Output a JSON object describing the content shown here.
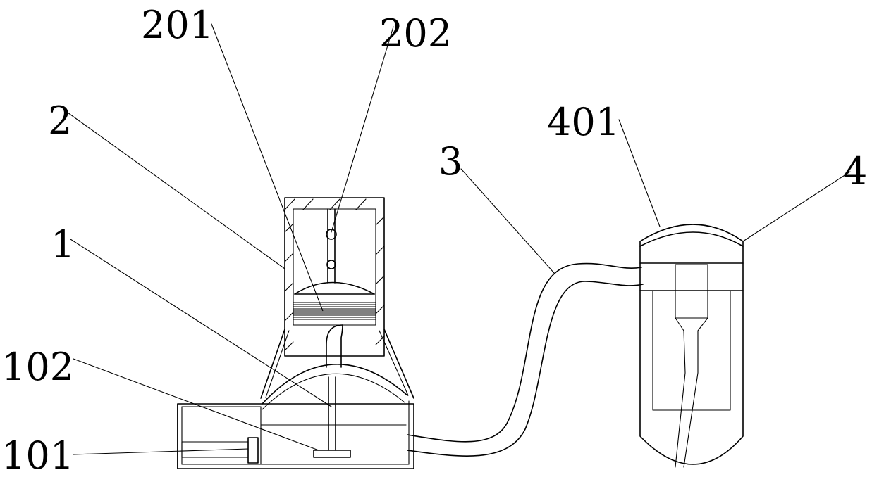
{
  "figure": {
    "labels": {
      "l201": "201",
      "l202": "202",
      "l2": "2",
      "l3": "3",
      "l401": "401",
      "l4": "4",
      "l1": "1",
      "l102": "102",
      "l101": "101"
    }
  }
}
